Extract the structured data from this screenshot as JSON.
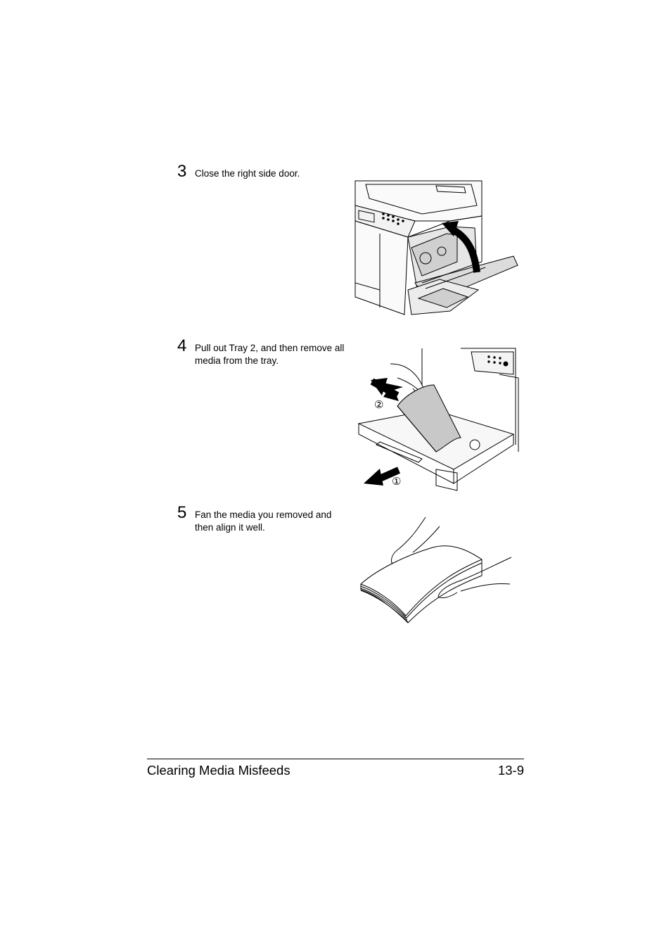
{
  "steps": [
    {
      "number": "3",
      "text": "Close the right side door."
    },
    {
      "number": "4",
      "text": "Pull out Tray 2, and then remove all media from the tray."
    },
    {
      "number": "5",
      "text": "Fan the media you removed and then align it well."
    }
  ],
  "figures": {
    "tray_callouts": [
      "②",
      "①"
    ]
  },
  "footer": {
    "title": "Clearing Media Misfeeds",
    "page": "13-9"
  }
}
